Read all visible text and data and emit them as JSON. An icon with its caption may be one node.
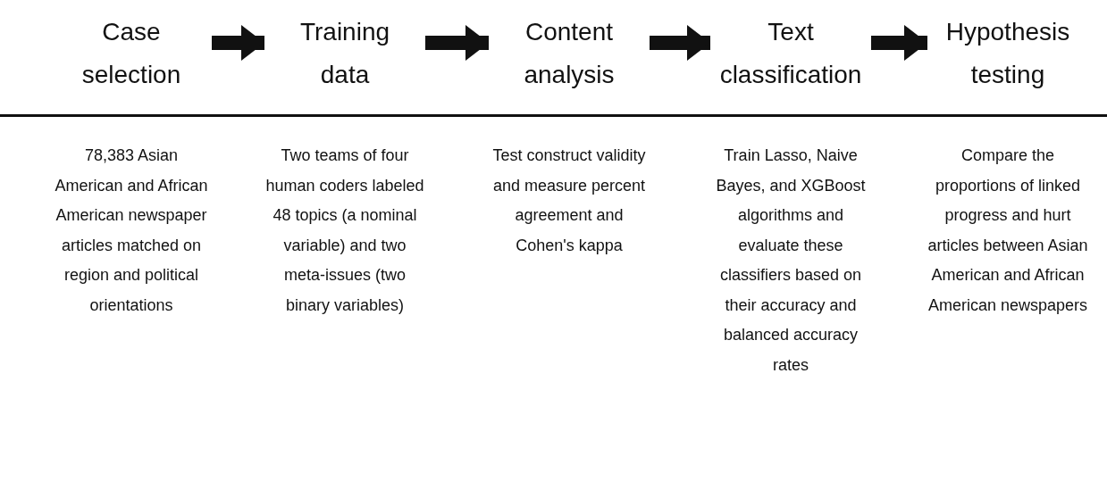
{
  "diagram": {
    "nodes": [
      {
        "text": [
          "Case selection",
          "78,383 Asian American and African American newspaper articles matched on region and political orientations"
        ]
      },
      {
        "text": [
          "Training data",
          "Two teams of four human coders labeled 48 topics (a nominal variable) and two meta-issues (two binary variables)"
        ]
      },
      {
        "text": [
          "Content analysis",
          "Test construct validity and measure percent agreement and Cohen's kappa"
        ]
      },
      {
        "text": [
          "Text classification",
          "Train Lasso, Naive Bayes, and XGBoost algorithms and evaluate these classifiers based on their accuracy and balanced accuracy rates"
        ]
      },
      {
        "text": [
          "Hypothesis testing",
          "Compare the proportions of linked progress and hurt articles between Asian American and African American newspapers"
        ]
      }
    ],
    "edges": [
      {
        "from": 0,
        "to": 1,
        "arrow": "to"
      },
      {
        "from": 1,
        "to": 2,
        "arrow": "to"
      },
      {
        "from": 2,
        "to": 3,
        "arrow": "to"
      },
      {
        "from": 3,
        "to": 4,
        "arrow": "to"
      }
    ]
  }
}
